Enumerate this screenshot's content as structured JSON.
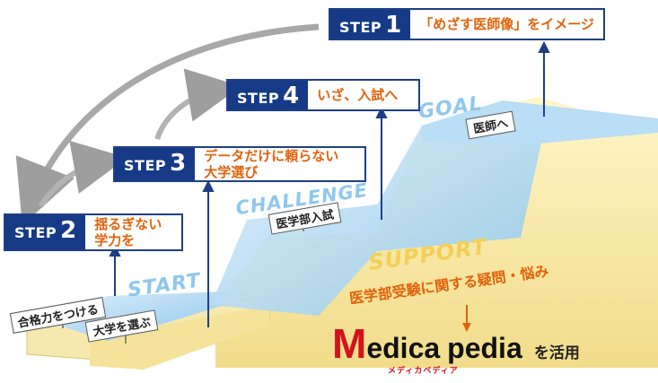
{
  "steps": [
    {
      "word": "STEP",
      "num": "1",
      "text": "「めざす医師像」をイメージ"
    },
    {
      "word": "STEP",
      "num": "2",
      "text": "揺るぎない\n学力を"
    },
    {
      "word": "STEP",
      "num": "3",
      "text": "データだけに頼らない\n大学選び"
    },
    {
      "word": "STEP",
      "num": "4",
      "text": "いざ、入試へ"
    }
  ],
  "stages": {
    "start": "START",
    "challenge": "CHALLENGE",
    "goal": "GOAL",
    "support": "SUPPORT"
  },
  "signs": {
    "goukaku": "合格力をつける",
    "daigaku": "大学を選ぶ",
    "nyushi": "医学部入試",
    "ishi": "医師へ"
  },
  "support_text": "医学部受験に関する疑問・悩み",
  "brand": {
    "name_m": "M",
    "name_edica": "edica",
    "name_pedia": "pedia",
    "kana": "メディカペディア",
    "suffix": "を活用"
  },
  "colors": {
    "navy": "#163a86",
    "orange": "#e2620b",
    "sky": "#8ec8ee",
    "sand": "#f4e49c",
    "brand_red": "#d4121c"
  }
}
